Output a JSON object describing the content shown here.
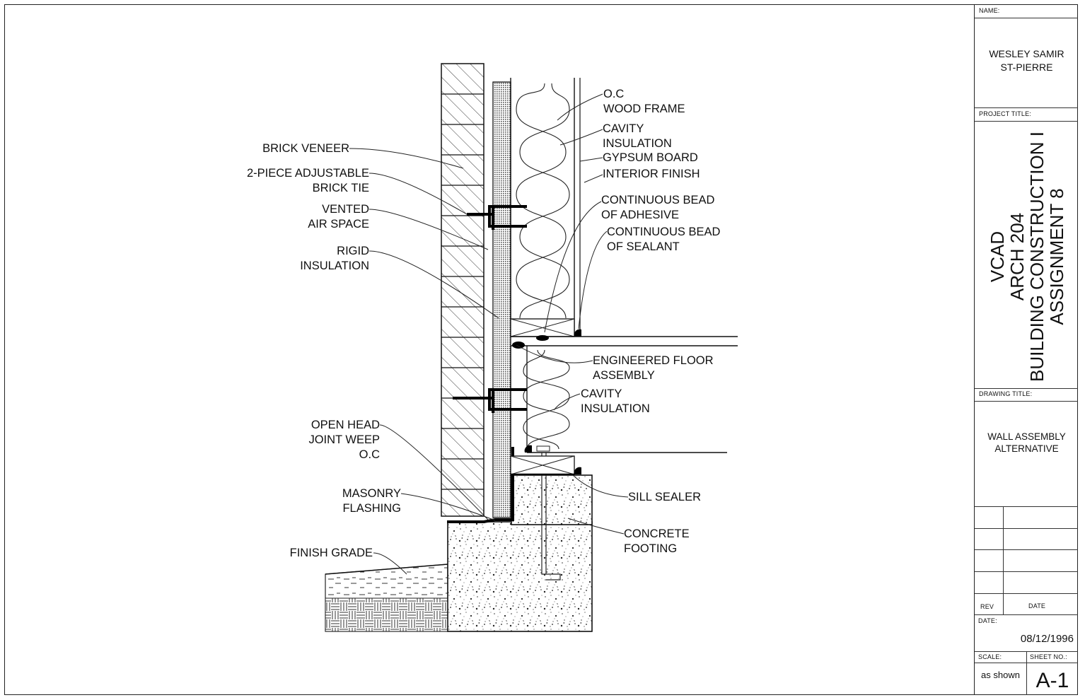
{
  "title_block": {
    "name_caption": "NAME:",
    "name_line1": "WESLEY SAMIR",
    "name_line2": "ST-PIERRE",
    "project_caption": "PROJECT TITLE:",
    "project_line1": "VCAD",
    "project_line2": "ARCH 204",
    "project_line3": "BUILDING CONSTRUCTION I",
    "project_line4": "ASSIGNMENT 8",
    "drawing_caption": "DRAWING TITLE:",
    "drawing_line1": "WALL ASSEMBLY",
    "drawing_line2": "ALTERNATIVE",
    "rev_caption": "REV",
    "date_col_caption": "DATE",
    "date_caption": "DATE:",
    "date_value": "08/12/1996",
    "scale_caption": "SCALE:",
    "scale_value": "as shown",
    "sheet_caption": "SHEET NO.:",
    "sheet_value": "A-1"
  },
  "labels_left": {
    "brick_veneer": "BRICK VENEER",
    "brick_tie_1": "2-PIECE ADJUSTABLE",
    "brick_tie_2": "BRICK TIE",
    "air_space_1": "VENTED",
    "air_space_2": "AIR SPACE",
    "rigid_1": "RIGID",
    "rigid_2": "INSULATION",
    "weep_1": "OPEN HEAD",
    "weep_2": "JOINT WEEP",
    "weep_3": "O.C",
    "flashing_1": "MASONRY",
    "flashing_2": "FLASHING",
    "finish_grade": "FINISH GRADE"
  },
  "labels_right": {
    "wood_frame_1": "O.C",
    "wood_frame_2": "WOOD FRAME",
    "cavity_1": "CAVITY",
    "cavity_2": "INSULATION",
    "gypsum": "GYPSUM BOARD",
    "interior": "INTERIOR FINISH",
    "adhesive_1": "CONTINUOUS BEAD",
    "adhesive_2": "OF ADHESIVE",
    "sealant_1": "CONTINUOUS BEAD",
    "sealant_2": "OF SEALANT",
    "floor_1": "ENGINEERED FLOOR",
    "floor_2": "ASSEMBLY",
    "cavity_lower_1": "CAVITY",
    "cavity_lower_2": "INSULATION",
    "sill": "SILL SEALER",
    "footing_1": "CONCRETE",
    "footing_2": "FOOTING"
  }
}
